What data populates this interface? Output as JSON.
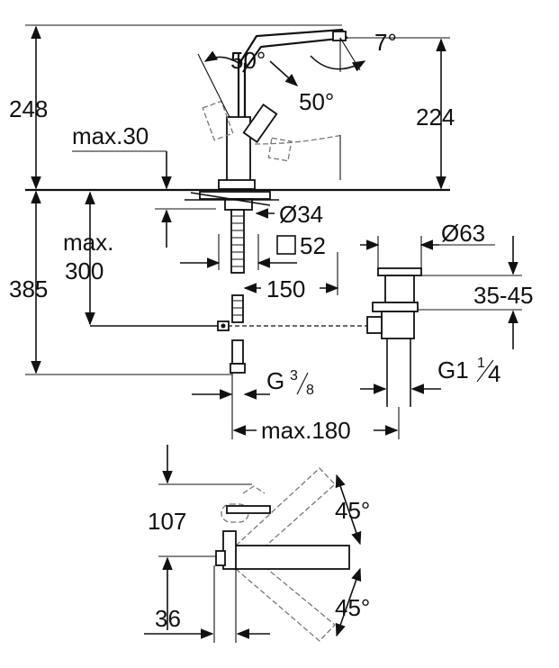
{
  "dimensions": {
    "total_height_above": "248",
    "spout_height": "224",
    "deck_thickness": "max.30",
    "spout_tilt": "7°",
    "lever_up_angle": "50°",
    "lever_down_angle": "50°",
    "hole_diameter": "Ø34",
    "square_flange": "52",
    "max_depth_label_1": "max.",
    "max_depth_label_2": "300",
    "total_height_below": "385",
    "projection": "150",
    "waste_diameter": "Ø63",
    "waste_range": "35-45",
    "supply_thread_prefix": "G",
    "supply_thread_num": "3",
    "supply_thread_den": "8",
    "waste_thread_prefix": "G1",
    "waste_thread_num": "1",
    "waste_thread_den": "4",
    "max_reach": "max.180",
    "plan_depth": "107",
    "plan_offset": "36",
    "plan_swivel_top": "45°",
    "plan_swivel_bottom": "45°"
  },
  "icons": {
    "square_symbol": "square-symbol-icon",
    "diameter_symbol": "diameter-symbol-icon"
  },
  "colors": {
    "ink": "#111111",
    "ghost": "#777777",
    "background": "#ffffff"
  }
}
